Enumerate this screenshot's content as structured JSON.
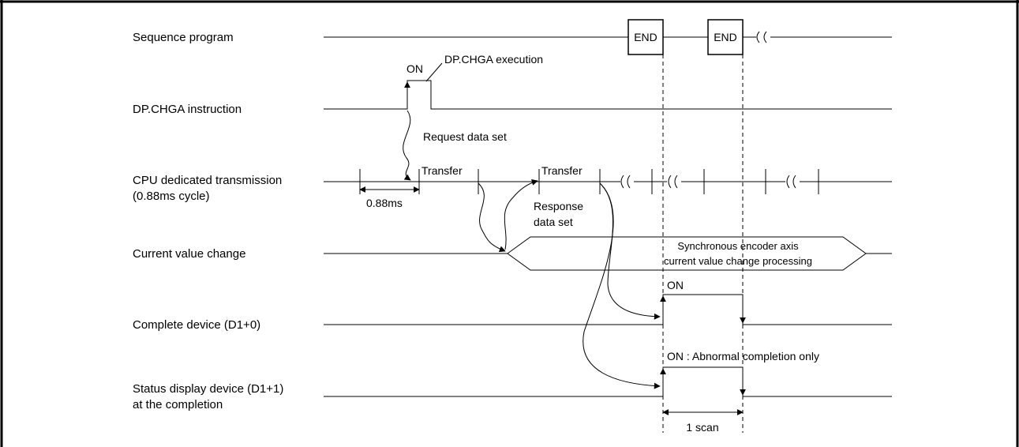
{
  "signals": {
    "sequence_program": "Sequence program",
    "instruction": "DP.CHGA instruction",
    "cpu_transmission_line1": "CPU dedicated transmission",
    "cpu_transmission_line2": "(0.88ms cycle)",
    "current_value_change": "Current value change",
    "complete_device": "Complete device (D1+0)",
    "status_device_line1": "Status display device (D1+1)",
    "status_device_line2": "at the completion"
  },
  "annotations": {
    "end": "END",
    "on": "ON",
    "execution": "DP.CHGA execution",
    "request_data_set": "Request data set",
    "transfer": "Transfer",
    "cycle_time": "0.88ms",
    "response_line1": "Response",
    "response_line2": "data set",
    "processing_line1": "Synchronous encoder axis",
    "processing_line2": "current value change processing",
    "abnormal_on": "ON : Abnormal completion only",
    "one_scan": "1 scan"
  }
}
